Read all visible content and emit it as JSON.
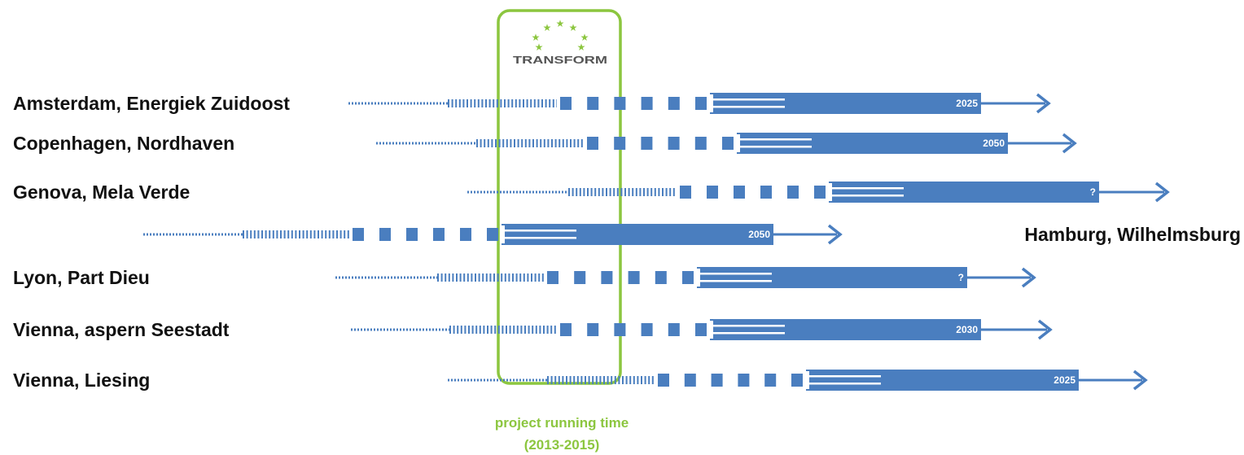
{
  "colors": {
    "bar": "#4a7ebf",
    "frame": "#8cc63f",
    "text": "#111111"
  },
  "logo": {
    "text": "TRANSFORM",
    "icon": "stars-arc-logo"
  },
  "project": {
    "label": "project running time",
    "period": "(2013-2015)"
  },
  "cities": [
    {
      "name": "Amsterdam, Energiek Zuidoost",
      "target": "2025"
    },
    {
      "name": "Copenhagen, Nordhaven",
      "target": "2050"
    },
    {
      "name": "Genova, Mela Verde",
      "target": "?"
    },
    {
      "name": "Hamburg, Wilhelmsburg",
      "target": "2050"
    },
    {
      "name": "Lyon, Part Dieu",
      "target": "?"
    },
    {
      "name": "Vienna, aspern Seestadt",
      "target": "2030"
    },
    {
      "name": "Vienna, Liesing",
      "target": "2025"
    }
  ]
}
